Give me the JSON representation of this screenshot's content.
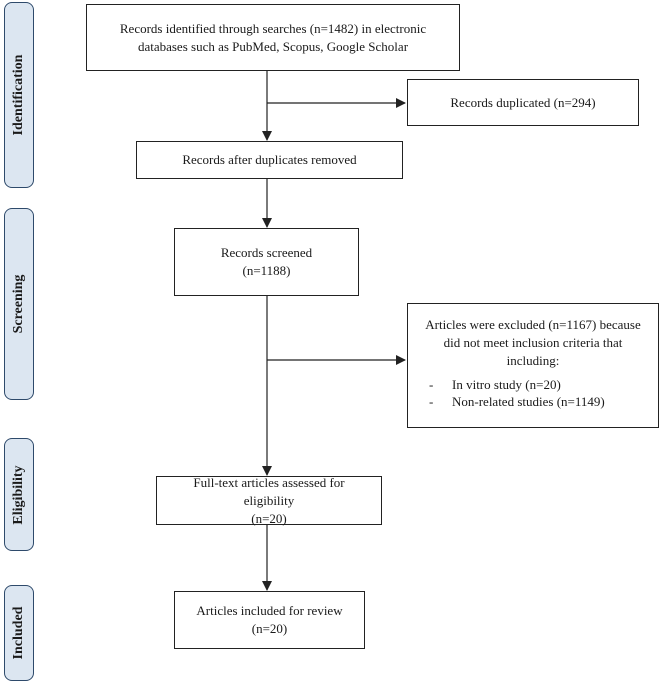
{
  "stages": {
    "identification": "Identification",
    "screening": "Screening",
    "eligibility": "Eligibility",
    "included": "Included"
  },
  "boxes": {
    "identified": {
      "line1": "Records identified through searches (n=1482) in electronic",
      "line2": "databases such as PubMed, Scopus, Google Scholar"
    },
    "duplicated": {
      "line1": "Records duplicated (n=294)"
    },
    "after_duplicates": {
      "line1": "Records after duplicates removed"
    },
    "screened": {
      "line1": "Records screened",
      "line2": "(n=1188)"
    },
    "excluded": {
      "line1": "Articles were excluded (n=1167) because",
      "line2": "did not meet inclusion criteria that",
      "line3": "including:",
      "items": [
        {
          "dash": "-",
          "text": "In vitro study (n=20)"
        },
        {
          "dash": "-",
          "text": "Non-related studies (n=1149)"
        }
      ]
    },
    "fulltext": {
      "line1": "Full-text articles assessed for",
      "line2": "eligibility",
      "line3": "(n=20)"
    },
    "included_review": {
      "line1": "Articles included for review",
      "line2": "(n=20)"
    }
  },
  "colors": {
    "stage_fill": "#dce6f1",
    "stage_border": "#2e4a6b",
    "line": "#222222"
  }
}
